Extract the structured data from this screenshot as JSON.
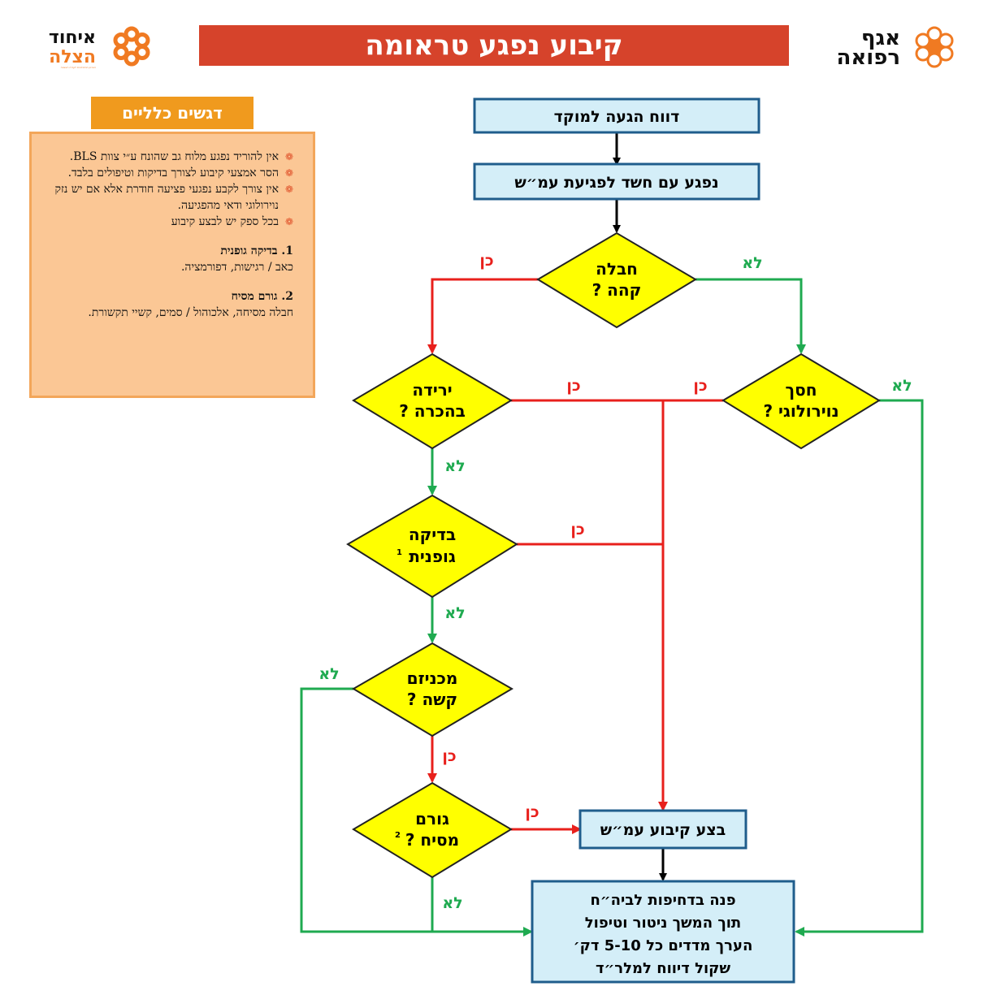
{
  "header": {
    "title": "קיבוע נפגע טראומה",
    "logo_left": {
      "line1": "איחוד",
      "line2": "הצלה",
      "tagline": "הארגון ההתנדבותי לעזרה ראשונה"
    },
    "logo_right": {
      "line1": "אגף",
      "line2": "רפואה"
    },
    "logo_color": "#f07a22"
  },
  "notes": {
    "tab_label": "דגשים כלליים",
    "bullets": [
      "אין להוריד נפגע מלוח גב שהונח ע״י צוות BLS.",
      "הסר אמצעי קיבוע לצורך בדיקות וטיפולים בלבד.",
      "אין צורך לקבע נפגעי פציעה חודרת אלא אם יש נזק נוירולוגי ודאי מהפגיעה.",
      "בכל ספק יש לבצע קיבוע"
    ],
    "footnote1_title": "1. בדיקה גופנית",
    "footnote1_text": "כאב / רגישות, דפורמציה.",
    "footnote2_title": "2. גורם מסיח",
    "footnote2_text": "חבלה מסיחה, אלכוהול / סמים, קשיי תקשורת."
  },
  "flow": {
    "box_report": "דווח הגעה למוקד",
    "box_suspect": "נפגע עם חשד לפגיעת עמ״ש",
    "q_blunt": [
      "חבלה",
      "קהה ?"
    ],
    "q_neuro": [
      "חסך",
      "נוירולוגי ?"
    ],
    "q_conscious": [
      "ירידה",
      "בהכרה ?"
    ],
    "q_exam": [
      "בדיקה",
      "גופנית"
    ],
    "q_mechanism": [
      "מכניזם",
      "קשה ?"
    ],
    "q_distract": [
      "גורם",
      "מסיח ?"
    ],
    "sup1": "1",
    "sup2": "2",
    "box_immobilize": "בצע קיבוע עמ״ש",
    "box_evac": [
      "פנה בדחיפות לביה״ח",
      "תוך המשך ניטור וטיפול",
      "הערך מדדים כל 5-10 דק׳",
      "שקול דיווח למלר״ד"
    ],
    "yes": "כן",
    "no": "לא"
  },
  "colors": {
    "yes": "#e8201c",
    "no": "#1faa50",
    "diamond": "#ffff00",
    "box": "#d4eef8",
    "box_border": "#1f5d8c"
  }
}
